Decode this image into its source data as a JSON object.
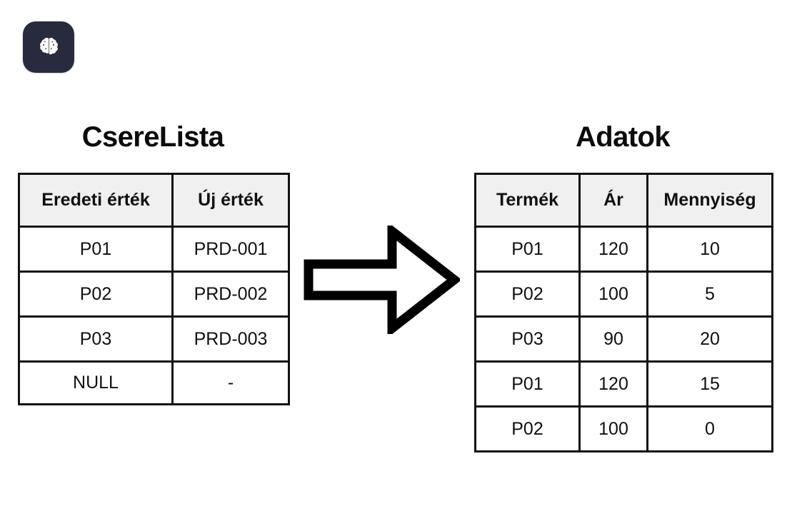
{
  "app": {
    "logo_icon": "brain-icon",
    "logo_bg": "#272b3d",
    "logo_fg": "#ffffff"
  },
  "colors": {
    "page_bg": "#ffffff",
    "table_border": "#121212",
    "header_bg": "#f0f0f0",
    "text": "#101010",
    "arrow": "#000000"
  },
  "left_table": {
    "title": "CsereLista",
    "columns": [
      "Eredeti érték",
      "Új érték"
    ],
    "rows": [
      [
        "P01",
        "PRD-001"
      ],
      [
        "P02",
        "PRD-002"
      ],
      [
        "P03",
        "PRD-003"
      ],
      [
        "NULL",
        "-"
      ]
    ]
  },
  "arrow": {
    "icon": "right-arrow-icon",
    "direction": "right"
  },
  "right_table": {
    "title": "Adatok",
    "columns": [
      "Termék",
      "Ár",
      "Mennyiség"
    ],
    "rows": [
      [
        "P01",
        "120",
        "10"
      ],
      [
        "P02",
        "100",
        "5"
      ],
      [
        "P03",
        "90",
        "20"
      ],
      [
        "P01",
        "120",
        "15"
      ],
      [
        "P02",
        "100",
        "0"
      ]
    ]
  }
}
